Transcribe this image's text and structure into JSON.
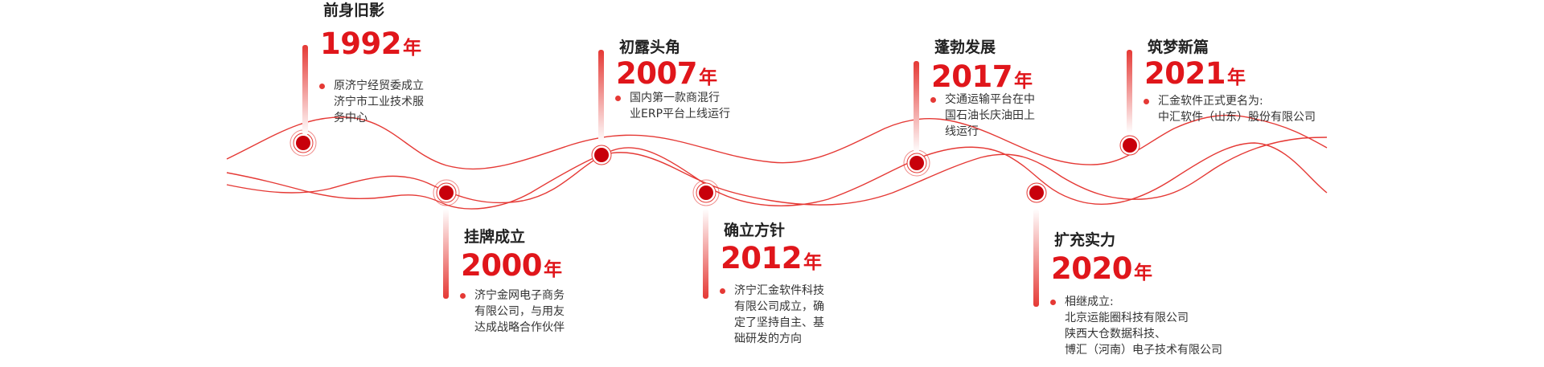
{
  "colors": {
    "accent": "#e0161b",
    "wave": "#e53935",
    "text": "#333333"
  },
  "milestones": [
    {
      "id": "1992",
      "title": "前身旧影",
      "year": "1992",
      "unit": "年",
      "desc": [
        "原济宁经贸委成立",
        "济宁市工业技术服",
        "务中心"
      ]
    },
    {
      "id": "2000",
      "title": "挂牌成立",
      "year": "2000",
      "unit": "年",
      "desc": [
        "济宁金网电子商务",
        "有限公司，与用友",
        "达成战略合作伙伴"
      ]
    },
    {
      "id": "2007",
      "title": "初露头角",
      "year": "2007",
      "unit": "年",
      "desc": [
        "国内第一款商混行",
        "业ERP平台上线运行"
      ]
    },
    {
      "id": "2012",
      "title": "确立方针",
      "year": "2012",
      "unit": "年",
      "desc": [
        "济宁汇金软件科技",
        "有限公司成立，确",
        "定了坚持自主、基",
        "础研发的方向"
      ]
    },
    {
      "id": "2017",
      "title": "蓬勃发展",
      "year": "2017",
      "unit": "年",
      "desc": [
        "交通运输平台在中",
        "国石油长庆油田上",
        "线运行"
      ]
    },
    {
      "id": "2020",
      "title": "扩充实力",
      "year": "2020",
      "unit": "年",
      "desc": [
        "相继成立:",
        "北京运能圈科技有限公司",
        "陕西大仓数据科技、",
        "博汇（河南）电子技术有限公司"
      ]
    },
    {
      "id": "2021",
      "title": "筑梦新篇",
      "year": "2021",
      "unit": "年",
      "desc": [
        "汇金软件正式更名为:",
        "中汇软件（山东）股份有限公司"
      ]
    }
  ]
}
